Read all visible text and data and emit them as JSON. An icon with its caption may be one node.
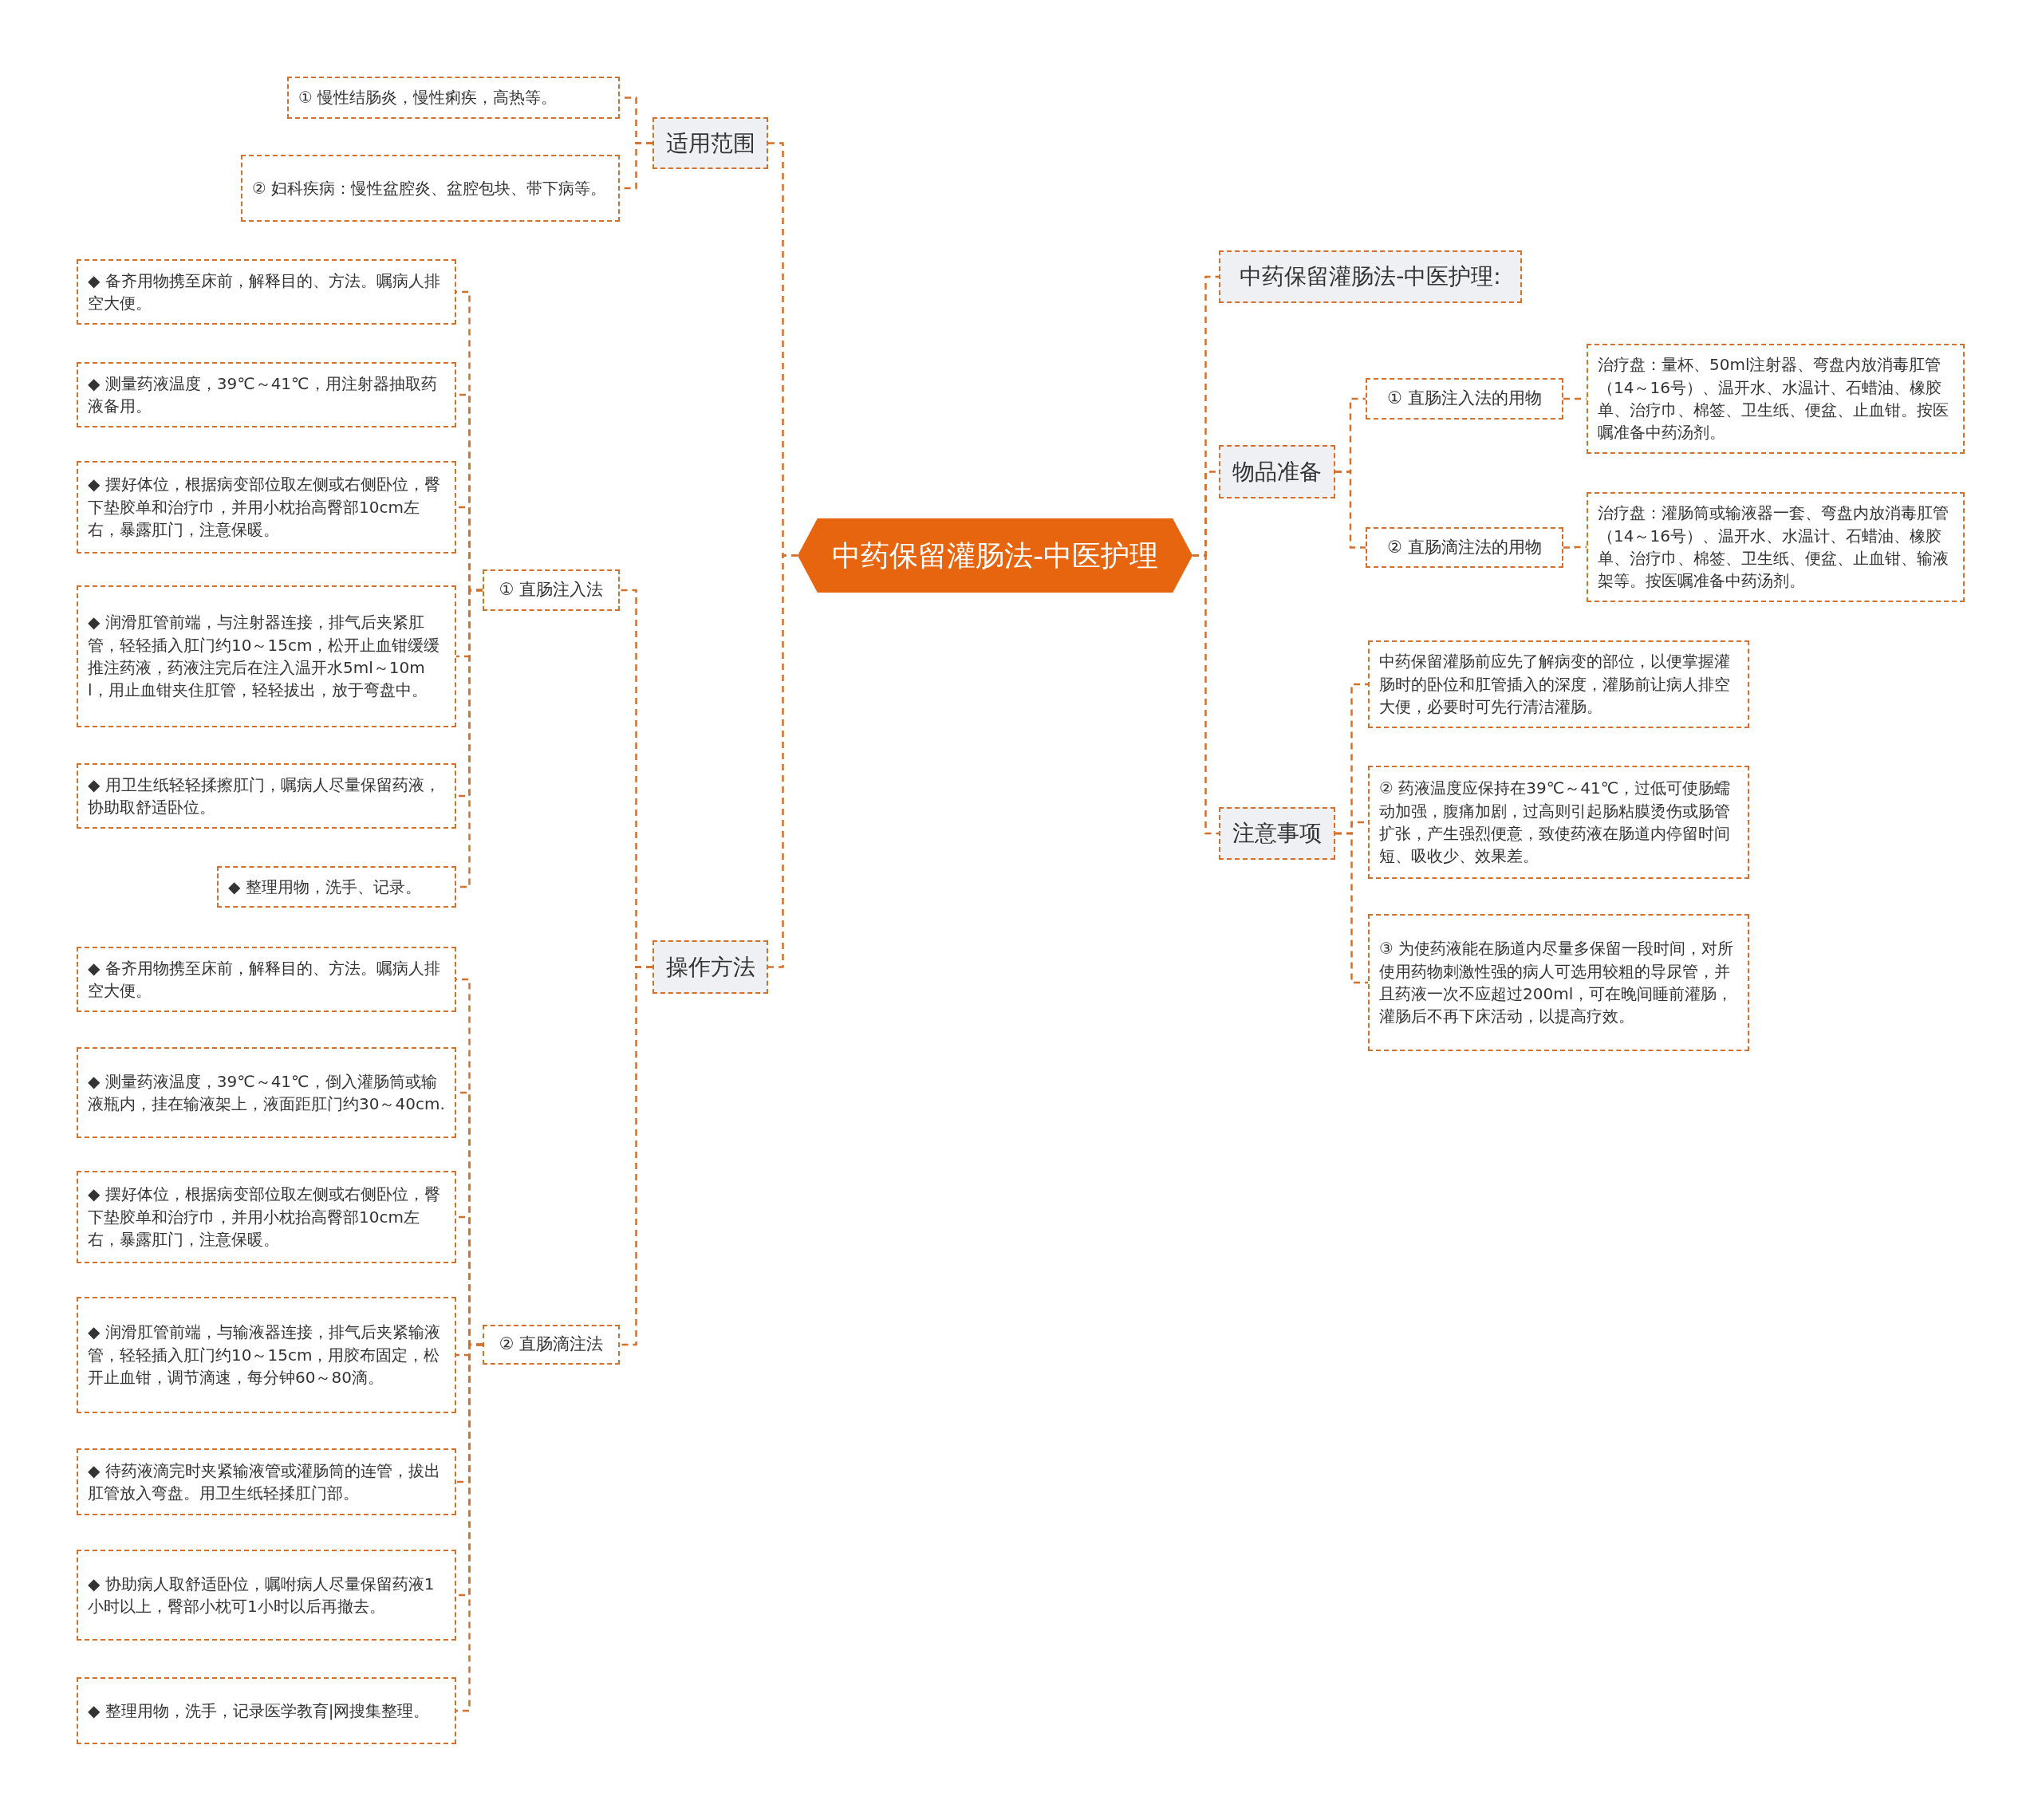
{
  "diagram": {
    "nodes": [
      {
        "text": [
          "中药保留灌肠法-中医护理"
        ]
      },
      {
        "text": [
          "适用范围"
        ]
      },
      {
        "text": [
          "① 慢性结肠炎，慢性痢疾，高热等。"
        ]
      },
      {
        "text": [
          "② 妇科疾病：慢性盆腔炎、盆腔包块、带下病等。"
        ]
      },
      {
        "text": [
          "操作方法"
        ]
      },
      {
        "text": [
          "① 直肠注入法"
        ]
      },
      {
        "text": [
          "◆ 备齐用物携至床前，解释目的、方法。嘱病人排空大便。"
        ]
      },
      {
        "text": [
          "◆ 测量药液温度，39℃～41℃，用注射器抽取药液备用。"
        ]
      },
      {
        "text": [
          "◆ 摆好体位，根据病变部位取左侧或右侧卧位，臀下垫胶单和治疗巾，并用小枕抬高臀部10cm左右，暴露肛门，注意保暖。"
        ]
      },
      {
        "text": [
          "◆ 润滑肛管前端，与注射器连接，排气后夹紧肛管，轻轻插入肛门约10～15cm，松开止血钳缓缓推注药液，药液注完后在注入温开水5ml～10ml，用止血钳夹住肛管，轻轻拔出，放于弯盘中。"
        ]
      },
      {
        "text": [
          "◆ 用卫生纸轻轻揉擦肛门，嘱病人尽量保留药液，协助取舒适卧位。"
        ]
      },
      {
        "text": [
          "◆ 整理用物，洗手、记录。"
        ]
      },
      {
        "text": [
          "② 直肠滴注法"
        ]
      },
      {
        "text": [
          "◆ 备齐用物携至床前，解释目的、方法。嘱病人排空大便。"
        ]
      },
      {
        "text": [
          "◆ 测量药液温度，39℃～41℃，倒入灌肠筒或输液瓶内，挂在输液架上，液面距肛门约30～40cm."
        ]
      },
      {
        "text": [
          "◆ 摆好体位，根据病变部位取左侧或右侧卧位，臀下垫胶单和治疗巾，并用小枕抬高臀部10cm左右，暴露肛门，注意保暖。"
        ]
      },
      {
        "text": [
          "◆ 润滑肛管前端，与输液器连接，排气后夹紧输液管，轻轻插入肛门约10～15cm，用胶布固定，松开止血钳，调节滴速，每分钟60～80滴。"
        ]
      },
      {
        "text": [
          "◆ 待药液滴完时夹紧输液管或灌肠筒的连管，拔出肛管放入弯盘。用卫生纸轻揉肛门部。"
        ]
      },
      {
        "text": [
          "◆ 协助病人取舒适卧位，嘱咐病人尽量保留药液1小时以上，臀部小枕可1小时以后再撤去。"
        ]
      },
      {
        "text": [
          "◆ 整理用物，洗手，记录医学教育|网搜集整理。"
        ]
      },
      {
        "text": [
          "中药保留灌肠法-中医护理:"
        ]
      },
      {
        "text": [
          "物品准备"
        ]
      },
      {
        "text": [
          "① 直肠注入法的用物"
        ]
      },
      {
        "text": [
          "治疗盘：量杯、50ml注射器、弯盘内放消毒肛管（14～16号）、温开水、水温计、石蜡油、橡胶单、治疗巾、棉签、卫生纸、便盆、止血钳。按医嘱准备中药汤剂。"
        ]
      },
      {
        "text": [
          "② 直肠滴注法的用物"
        ]
      },
      {
        "text": [
          "治疗盘：灌肠筒或输液器一套、弯盘内放消毒肛管（14～16号）、温开水、水温计、石蜡油、橡胶单、治疗巾、棉签、卫生纸、便盆、止血钳、输液架等。按医嘱准备中药汤剂。"
        ]
      },
      {
        "text": [
          "注意事项"
        ]
      },
      {
        "text": [
          "中药保留灌肠前应先了解病变的部位，以便掌握灌肠时的卧位和肛管插入的深度，灌肠前让病人排空大便，必要时可先行清洁灌肠。"
        ]
      },
      {
        "text": [
          "② 药液温度应保持在39℃～41℃，过低可使肠蠕动加强，腹痛加剧，过高则引起肠粘膜烫伤或肠管扩张，产生强烈便意，致使药液在肠道内停留时间短、吸收少、效果差。"
        ]
      },
      {
        "text": [
          "③ 为使药液能在肠道内尽量多保留一段时间，对所使用药物刺激性强的病人可选用较粗的导尿管，并且药液一次不应超过200ml，可在晚间睡前灌肠，灌肠后不再下床活动，以提高疗效。"
        ]
      }
    ],
    "edges": [
      {
        "from": 0,
        "to": 1,
        "arrow": "none"
      },
      {
        "from": 0,
        "to": 4,
        "arrow": "none"
      },
      {
        "from": 1,
        "to": 2,
        "arrow": "none"
      },
      {
        "from": 1,
        "to": 3,
        "arrow": "none"
      },
      {
        "from": 4,
        "to": 5,
        "arrow": "none"
      },
      {
        "from": 4,
        "to": 12,
        "arrow": "none"
      },
      {
        "from": 5,
        "to": 6,
        "arrow": "none"
      },
      {
        "from": 5,
        "to": 7,
        "arrow": "none"
      },
      {
        "from": 5,
        "to": 8,
        "arrow": "none"
      },
      {
        "from": 5,
        "to": 9,
        "arrow": "none"
      },
      {
        "from": 5,
        "to": 10,
        "arrow": "none"
      },
      {
        "from": 5,
        "to": 11,
        "arrow": "none"
      },
      {
        "from": 12,
        "to": 13,
        "arrow": "none"
      },
      {
        "from": 12,
        "to": 14,
        "arrow": "none"
      },
      {
        "from": 12,
        "to": 15,
        "arrow": "none"
      },
      {
        "from": 12,
        "to": 16,
        "arrow": "none"
      },
      {
        "from": 12,
        "to": 17,
        "arrow": "none"
      },
      {
        "from": 12,
        "to": 18,
        "arrow": "none"
      },
      {
        "from": 12,
        "to": 19,
        "arrow": "none"
      },
      {
        "from": 0,
        "to": 20,
        "arrow": "none"
      },
      {
        "from": 0,
        "to": 21,
        "arrow": "none"
      },
      {
        "from": 0,
        "to": 26,
        "arrow": "none"
      },
      {
        "from": 21,
        "to": 22,
        "arrow": "none"
      },
      {
        "from": 21,
        "to": 24,
        "arrow": "none"
      },
      {
        "from": 22,
        "to": 23,
        "arrow": "none"
      },
      {
        "from": 24,
        "to": 25,
        "arrow": "none"
      },
      {
        "from": 26,
        "to": 27,
        "arrow": "none"
      },
      {
        "from": 26,
        "to": 28,
        "arrow": "none"
      },
      {
        "from": 26,
        "to": 29,
        "arrow": "none"
      }
    ]
  }
}
